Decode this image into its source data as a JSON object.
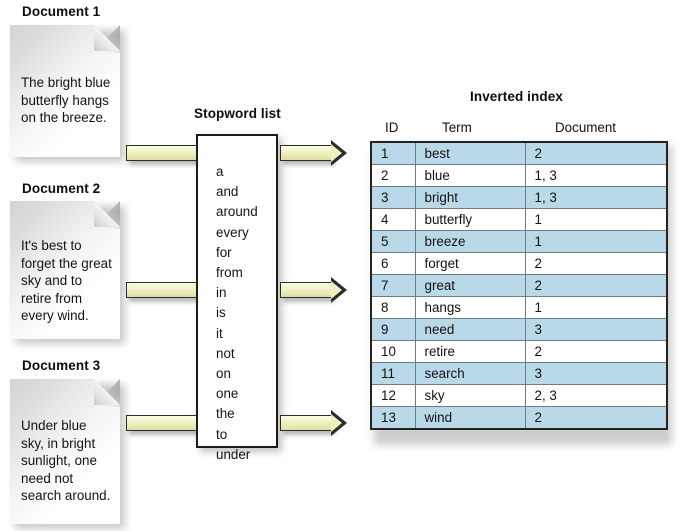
{
  "diagram": {
    "title_stopword": "Stopword list",
    "title_index": "Inverted index"
  },
  "documents": [
    {
      "caption": "Document 1",
      "text": "The bright blue butterfly hangs on the breeze."
    },
    {
      "caption": "Document 2",
      "text": "It's best to forget the great sky and to retire from every wind."
    },
    {
      "caption": "Document 3",
      "text": "Under blue sky, in bright sunlight, one need not search around."
    }
  ],
  "stopwords": [
    "a",
    "and",
    "around",
    "every",
    "for",
    "from",
    "in",
    "is",
    "it",
    "not",
    "on",
    "one",
    "the",
    "to",
    "under"
  ],
  "inverted_index": {
    "headers": [
      "ID",
      "Term",
      "Document"
    ],
    "rows": [
      {
        "id": "1",
        "term": "best",
        "document": "2"
      },
      {
        "id": "2",
        "term": "blue",
        "document": "1, 3"
      },
      {
        "id": "3",
        "term": "bright",
        "document": "1, 3"
      },
      {
        "id": "4",
        "term": "butterfly",
        "document": "1"
      },
      {
        "id": "5",
        "term": "breeze",
        "document": "1"
      },
      {
        "id": "6",
        "term": "forget",
        "document": "2"
      },
      {
        "id": "7",
        "term": "great",
        "document": "2"
      },
      {
        "id": "8",
        "term": "hangs",
        "document": "1"
      },
      {
        "id": "9",
        "term": "need",
        "document": "3"
      },
      {
        "id": "10",
        "term": "retire",
        "document": "2"
      },
      {
        "id": "11",
        "term": "search",
        "document": "3"
      },
      {
        "id": "12",
        "term": "sky",
        "document": "2, 3"
      },
      {
        "id": "13",
        "term": "wind",
        "document": "2"
      }
    ]
  },
  "colors": {
    "row_highlight": "#b9d8e8",
    "arrow_fill": "#eef0c2",
    "arrow_outline": "#2c2c2c",
    "table_border": "#232323"
  }
}
